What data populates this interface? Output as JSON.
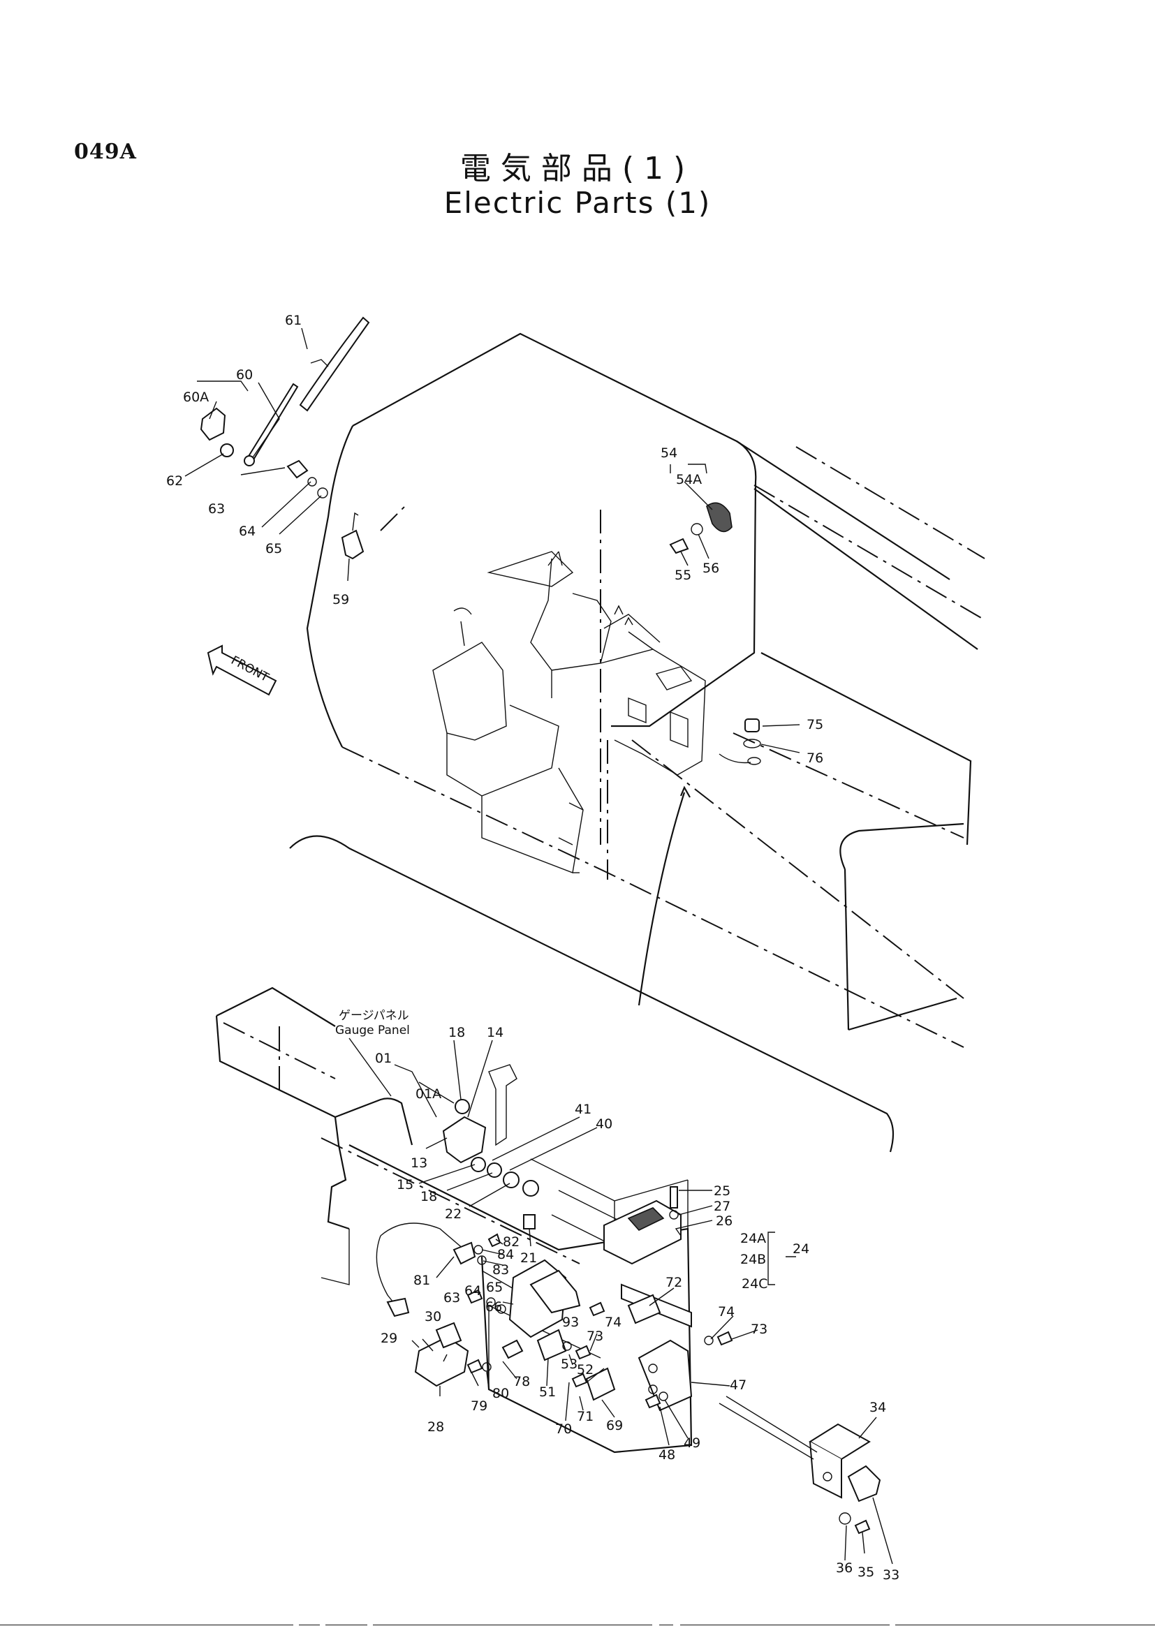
{
  "header": {
    "page_code": "049A",
    "title_jp": "電気部品(1)",
    "title_en": "Electric Parts (1)"
  },
  "annotations": {
    "front": "FRONT",
    "gauge_panel_jp": "ゲージパネル",
    "gauge_panel_en": "Gauge Panel"
  },
  "callouts": [
    "61",
    "60",
    "60A",
    "62",
    "63",
    "64",
    "65",
    "59",
    "54",
    "54A",
    "55",
    "56",
    "75",
    "76",
    "18",
    "14",
    "01",
    "01A",
    "41",
    "40",
    "13",
    "15",
    "18",
    "22",
    "25",
    "27",
    "26",
    "24A",
    "24B",
    "24C",
    "24",
    "82",
    "84",
    "83",
    "21",
    "81",
    "63",
    "64",
    "65",
    "66",
    "72",
    "30",
    "93",
    "74",
    "74",
    "73",
    "29",
    "53",
    "73",
    "52",
    "47",
    "78",
    "51",
    "28",
    "79",
    "80",
    "71",
    "69",
    "70",
    "48",
    "49",
    "34",
    "36",
    "35",
    "33"
  ]
}
